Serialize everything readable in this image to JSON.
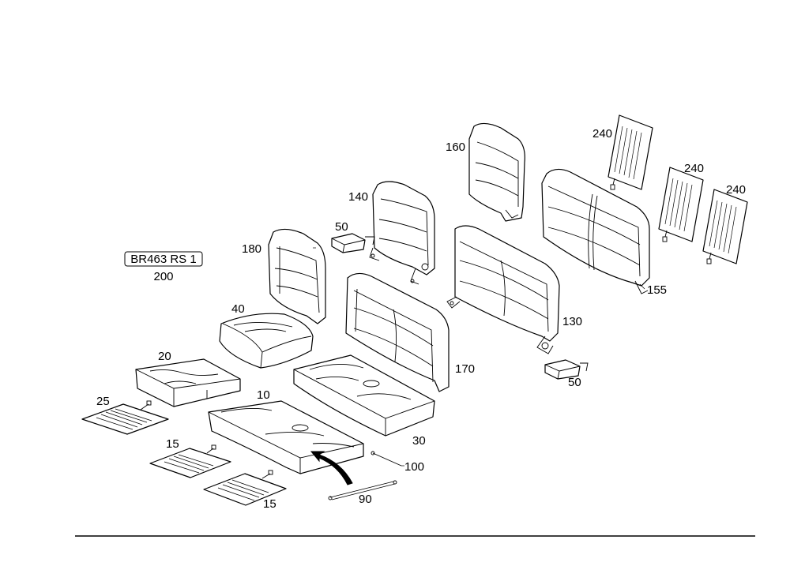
{
  "model_badge": "BR463 RS 1",
  "model_number": "200",
  "callouts": {
    "c10": "10",
    "c15a": "15",
    "c15b": "15",
    "c20": "20",
    "c25": "25",
    "c30": "30",
    "c40": "40",
    "c50a": "50",
    "c50b": "50",
    "c90": "90",
    "c100": "100",
    "c130": "130",
    "c140": "140",
    "c155": "155",
    "c160": "160",
    "c170": "170",
    "c180": "180",
    "c240a": "240",
    "c240b": "240",
    "c240c": "240"
  }
}
